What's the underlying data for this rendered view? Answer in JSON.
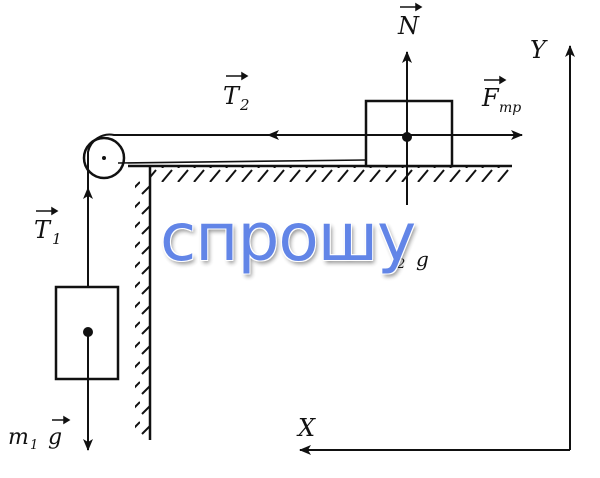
{
  "labels": {
    "N": "N",
    "T2": "T",
    "T2_sub": "2",
    "Ftr": "F",
    "Ftr_sub": "тр",
    "T1": "T",
    "T1_sub": "1",
    "m1g_m": "m",
    "m1g_sub": "1",
    "m1g_g": "g",
    "mg_partial_sub": "2",
    "mg_partial_g": "g",
    "axis_y": "Y",
    "axis_x": "X"
  },
  "watermark": "спрошу",
  "colors": {
    "ink": "#111111",
    "watermark": "#5a7fe6"
  }
}
